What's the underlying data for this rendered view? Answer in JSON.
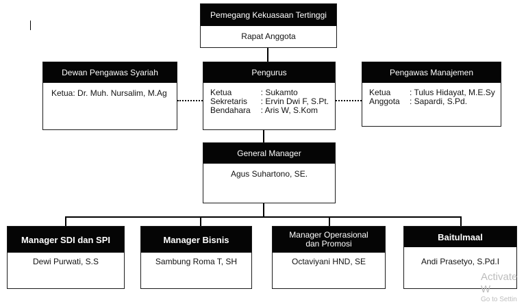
{
  "top": {
    "header": "Pemegang Kekuasaan Tertinggi",
    "body": "Rapat Anggota"
  },
  "dps": {
    "header": "Dewan Pengawas Syariah",
    "body": "Ketua: Dr. Muh. Nursalim, M.Ag"
  },
  "pengurus": {
    "header": "Pengurus",
    "rows": [
      {
        "role": "Ketua",
        "name": ": Sukamto"
      },
      {
        "role": "Sekretaris",
        "name": ": Ervin Dwi F, S.Pt."
      },
      {
        "role": "Bendahara",
        "name": ": Aris W, S.Kom"
      }
    ]
  },
  "pengawas": {
    "header": "Pengawas Manajemen",
    "rows": [
      {
        "role": "Ketua",
        "name": ": Tulus Hidayat, M.E.Sy"
      },
      {
        "role": "Anggota",
        "name": ": Sapardi, S.Pd."
      }
    ]
  },
  "gm": {
    "header": "General Manager",
    "body": "Agus Suhartono, SE."
  },
  "managers": [
    {
      "header": "Manager SDI dan SPI",
      "body": "Dewi Purwati, S.S"
    },
    {
      "header": "Manager Bisnis",
      "body": "Sambung Roma T, SH"
    },
    {
      "header": "Manager Operasional dan Promosi",
      "body": "Octaviyani HND, SE"
    },
    {
      "header": "Baitulmaal",
      "body": "Andi Prasetyo, S.Pd.I"
    }
  ],
  "watermark": {
    "title": "Activate W",
    "subtitle": "Go to Settin"
  }
}
